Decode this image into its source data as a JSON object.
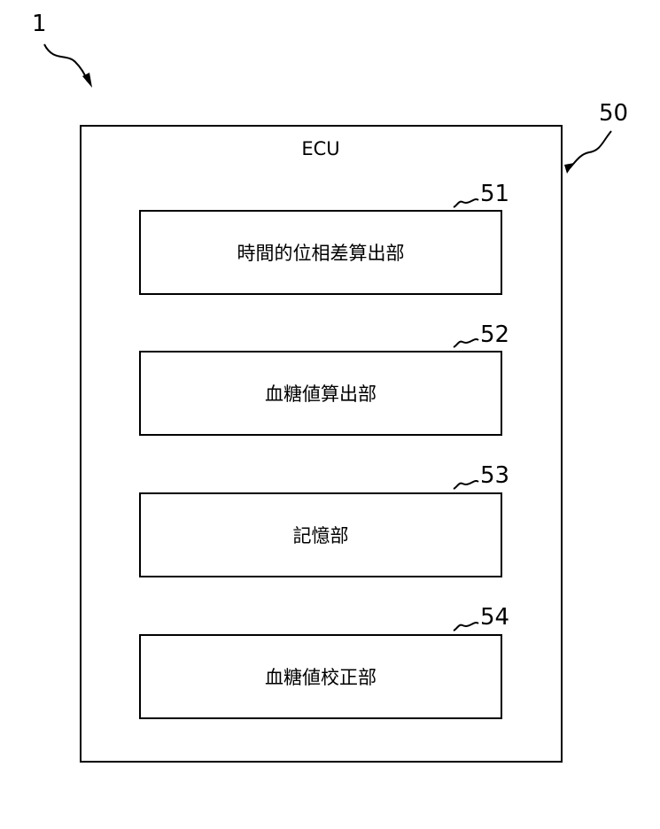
{
  "figure": {
    "system_ref": "1",
    "ecu": {
      "ref": "50",
      "title": "ECU"
    },
    "units": [
      {
        "ref": "51",
        "label": "時間的位相差算出部"
      },
      {
        "ref": "52",
        "label": "血糖値算出部"
      },
      {
        "ref": "53",
        "label": "記憶部"
      },
      {
        "ref": "54",
        "label": "血糖値校正部"
      }
    ]
  }
}
